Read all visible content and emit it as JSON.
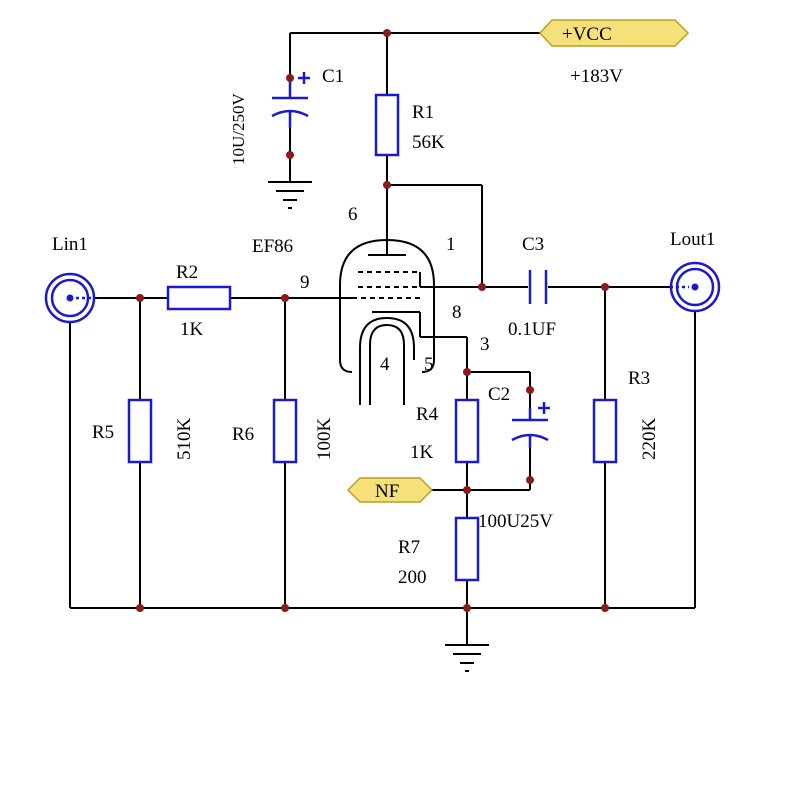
{
  "power": {
    "net_label": "+VCC",
    "voltage": "+183V"
  },
  "nf_label": "NF",
  "tube": {
    "name": "EF86",
    "pins": {
      "p1": "1",
      "p3": "3",
      "p4": "4",
      "p5": "5",
      "p6": "6",
      "p8": "8",
      "p9": "9"
    }
  },
  "connectors": {
    "input": "Lin1",
    "output": "Lout1"
  },
  "components": {
    "C1": {
      "ref": "C1",
      "value": "10U/250V"
    },
    "R1": {
      "ref": "R1",
      "value": "56K"
    },
    "R2": {
      "ref": "R2",
      "value": "1K"
    },
    "C3": {
      "ref": "C3",
      "value": "0.1UF"
    },
    "R3": {
      "ref": "R3",
      "value": "220K"
    },
    "R5": {
      "ref": "R5",
      "value": "510K"
    },
    "R6": {
      "ref": "R6",
      "value": "100K"
    },
    "R4": {
      "ref": "R4",
      "value": "1K"
    },
    "C2": {
      "ref": "C2",
      "value": "100U25V"
    },
    "R7": {
      "ref": "R7",
      "value": "200"
    }
  },
  "colors": {
    "component": "#1a1acc",
    "junction": "#8b1a1a",
    "port_fill": "#f5e07a",
    "wire": "#000000"
  }
}
